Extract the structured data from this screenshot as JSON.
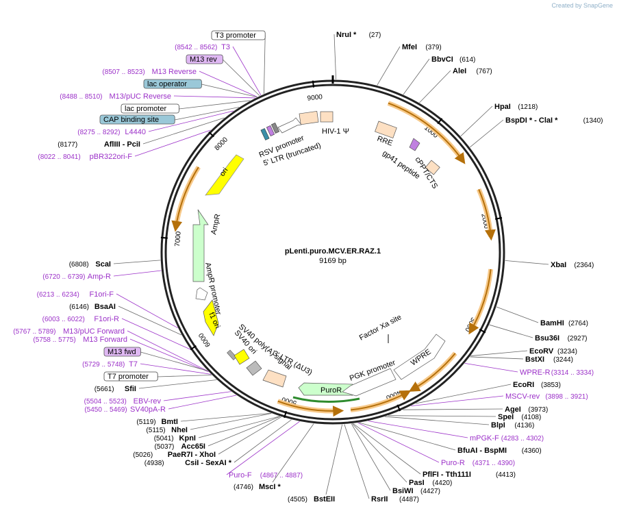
{
  "watermark": "Created by SnapGene",
  "plasmid": {
    "name": "pLenti.puro.MCV.ER.RAZ.1",
    "size": "9169 bp",
    "length": 9169
  },
  "ticks": [
    "1000",
    "2000",
    "3000",
    "4000",
    "5000",
    "6000",
    "7000",
    "8000",
    "9000"
  ],
  "tick_values": [
    1000,
    2000,
    3000,
    4000,
    5000,
    6000,
    7000,
    8000,
    9000
  ],
  "boxed_labels": [
    {
      "text": "T3 promoter",
      "style": "white"
    },
    {
      "text": "M13 rev",
      "style": "purple"
    },
    {
      "text": "lac operator",
      "style": "teal"
    },
    {
      "text": "lac promoter",
      "style": "white"
    },
    {
      "text": "CAP binding site",
      "style": "teal"
    },
    {
      "text": "M13 fwd",
      "style": "purple"
    },
    {
      "text": "T7 promoter",
      "style": "white"
    }
  ],
  "enzymes_right": [
    {
      "name": "NruI *",
      "pos": "(27)"
    },
    {
      "name": "MfeI",
      "pos": "(379)"
    },
    {
      "name": "BbvCI",
      "pos": "(614)"
    },
    {
      "name": "AleI",
      "pos": "(767)"
    },
    {
      "name": "HpaI",
      "pos": "(1218)"
    },
    {
      "name": "BspDI * - ClaI *",
      "pos": "(1340)"
    },
    {
      "name": "XbaI",
      "pos": "(2364)"
    },
    {
      "name": "BamHI",
      "pos": "(2764)"
    },
    {
      "name": "Bsu36I",
      "pos": "(2927)"
    },
    {
      "name": "EcoRV",
      "pos": "(3234)"
    },
    {
      "name": "BstXI",
      "pos": "(3244)"
    },
    {
      "name": "EcoRI",
      "pos": "(3853)"
    },
    {
      "name": "AgeI",
      "pos": "(3973)"
    },
    {
      "name": "SpeI",
      "pos": "(4108)"
    },
    {
      "name": "BlpI",
      "pos": "(4136)"
    },
    {
      "name": "BfuAI - BspMI",
      "pos": "(4360)"
    },
    {
      "name": "PflFI - Tth111I",
      "pos": "(4413)"
    },
    {
      "name": "PasI",
      "pos": "(4420)"
    },
    {
      "name": "BsiWI",
      "pos": "(4427)"
    },
    {
      "name": "RsrII",
      "pos": "(4487)"
    },
    {
      "name": "BstEII",
      "pos": "(4505)"
    },
    {
      "name": "MscI *",
      "pos": "(4746)"
    }
  ],
  "primers_right": [
    {
      "name": "WPRE-R",
      "pos": "(3314 .. 3334)"
    },
    {
      "name": "MSCV-rev",
      "pos": "(3898 .. 3921)"
    },
    {
      "name": "mPGK-F",
      "pos": "(4283 .. 4302)"
    },
    {
      "name": "Puro-R",
      "pos": "(4371 .. 4390)"
    },
    {
      "name": "Puro-F",
      "pos": "(4867 .. 4887)"
    }
  ],
  "left_labels": [
    {
      "kind": "primer",
      "name": "T3",
      "pos": "(8542 .. 8562)"
    },
    {
      "kind": "primer",
      "name": "M13 Reverse",
      "pos": "(8507 .. 8523)"
    },
    {
      "kind": "primer",
      "name": "M13/pUC Reverse",
      "pos": "(8488 .. 8510)"
    },
    {
      "kind": "primer",
      "name": "L4440",
      "pos": "(8275 .. 8292)"
    },
    {
      "kind": "enzyme",
      "name": "AflIII - PciI",
      "pos": "(8177)"
    },
    {
      "kind": "primer",
      "name": "pBR322ori-F",
      "pos": "(8022 .. 8041)"
    },
    {
      "kind": "enzyme",
      "name": "ScaI",
      "pos": "(6808)"
    },
    {
      "kind": "primer",
      "name": "Amp-R",
      "pos": "(6720 .. 6739)"
    },
    {
      "kind": "primer",
      "name": "F1ori-F",
      "pos": "(6213 .. 6234)"
    },
    {
      "kind": "enzyme",
      "name": "BsaAI",
      "pos": "(6146)"
    },
    {
      "kind": "primer",
      "name": "F1ori-R",
      "pos": "(6003 .. 6022)"
    },
    {
      "kind": "primer",
      "name": "M13/pUC Forward",
      "pos": "(5767 .. 5789)"
    },
    {
      "kind": "primer",
      "name": "M13 Forward",
      "pos": "(5758 .. 5775)"
    },
    {
      "kind": "primer",
      "name": "T7",
      "pos": "(5729 .. 5748)"
    },
    {
      "kind": "enzyme",
      "name": "SfiI",
      "pos": "(5661)"
    },
    {
      "kind": "primer",
      "name": "EBV-rev",
      "pos": "(5504 .. 5523)"
    },
    {
      "kind": "primer",
      "name": "SV40pA-R",
      "pos": "(5450 .. 5469)"
    },
    {
      "kind": "enzyme",
      "name": "BmtI",
      "pos": "(5119)"
    },
    {
      "kind": "enzyme",
      "name": "NheI",
      "pos": "(5115)"
    },
    {
      "kind": "enzyme",
      "name": "KpnI",
      "pos": "(5041)"
    },
    {
      "kind": "enzyme",
      "name": "Acc65I",
      "pos": "(5037)"
    },
    {
      "kind": "enzyme",
      "name": "PaeR7I - XhoI",
      "pos": "(5026)"
    },
    {
      "kind": "enzyme",
      "name": "CsiI - SexAI *",
      "pos": "(4938)"
    }
  ],
  "features": [
    {
      "name": "HIV-1 Ψ"
    },
    {
      "name": "RRE"
    },
    {
      "name": "gp41 peptide"
    },
    {
      "name": "cPPT/CTS"
    },
    {
      "name": "RSV promoter"
    },
    {
      "name": "5' LTR (truncated)"
    },
    {
      "name": "ori"
    },
    {
      "name": "AmpR"
    },
    {
      "name": "AmpR promoter"
    },
    {
      "name": "f1 ori"
    },
    {
      "name": "SV40 poly(A) signal"
    },
    {
      "name": "SV40 ori"
    },
    {
      "name": "3' LTR (ΔU3)"
    },
    {
      "name": "PuroR"
    },
    {
      "name": "PGK promoter"
    },
    {
      "name": "WPRE"
    },
    {
      "name": "Factor Xa site"
    }
  ],
  "colors": {
    "primer": "#9b30c8",
    "backbone": "#222222",
    "orf_highlight": "#f7c98a",
    "orf_arrow": "#b5700a",
    "ori": "#ffff00",
    "ampr": "#ccffcc",
    "ltr": "#fde0c3",
    "puro_line": "#2e8b2e",
    "teal_box": "#9ac8d8",
    "purple_box": "#dfb8f3"
  }
}
